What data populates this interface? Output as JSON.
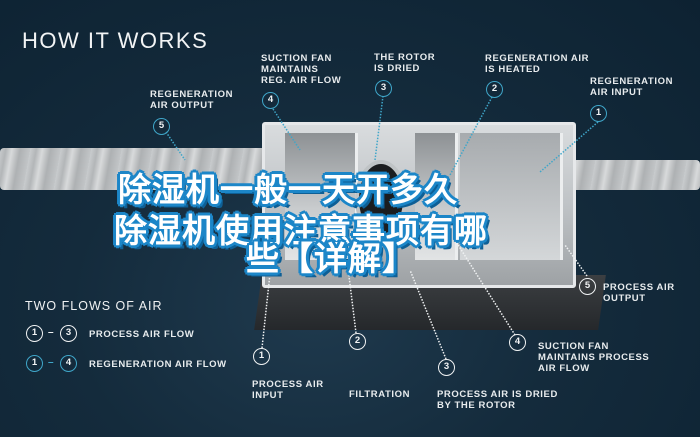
{
  "title": "HOW IT WORKS",
  "banner": {
    "line1": "除湿机一般一天开多久",
    "line2": "除湿机使用注意事项有哪",
    "line3": "些【详解】"
  },
  "top_callouts": [
    {
      "num": "5",
      "label": "REGENERATION\nAIR OUTPUT"
    },
    {
      "num": "4",
      "label": "SUCTION FAN\nMAINTAINS\nREG. AIR FLOW"
    },
    {
      "num": "3",
      "label": "THE ROTOR\nIS DRIED"
    },
    {
      "num": "2",
      "label": "REGENERATION AIR\nIS HEATED"
    },
    {
      "num": "1",
      "label": "REGENERATION\nAIR INPUT"
    }
  ],
  "bottom_callouts": [
    {
      "num": "1",
      "label": "PROCESS AIR\nINPUT"
    },
    {
      "num": "2",
      "label": "FILTRATION"
    },
    {
      "num": "3",
      "label": "PROCESS AIR IS DRIED\nBY THE ROTOR"
    },
    {
      "num": "4",
      "label": "SUCTION FAN\nMAINTAINS PROCESS\nAIR FLOW"
    },
    {
      "num": "5",
      "label": "PROCESS AIR\nOUTPUT"
    }
  ],
  "legend": {
    "title": "TWO FLOWS OF AIR",
    "items": [
      {
        "from": "1",
        "to": "3",
        "label": "PROCESS AIR FLOW",
        "color": "#f0f2f3"
      },
      {
        "from": "1",
        "to": "4",
        "label": "REGENERATION AIR FLOW",
        "color": "#3fa6c9"
      }
    ],
    "separator": "–"
  },
  "colors": {
    "background": "#142b3c",
    "regeneration_accent": "#3fa6c9",
    "process_accent": "#f0f2f3",
    "banner_outline": "#1c86c8"
  }
}
